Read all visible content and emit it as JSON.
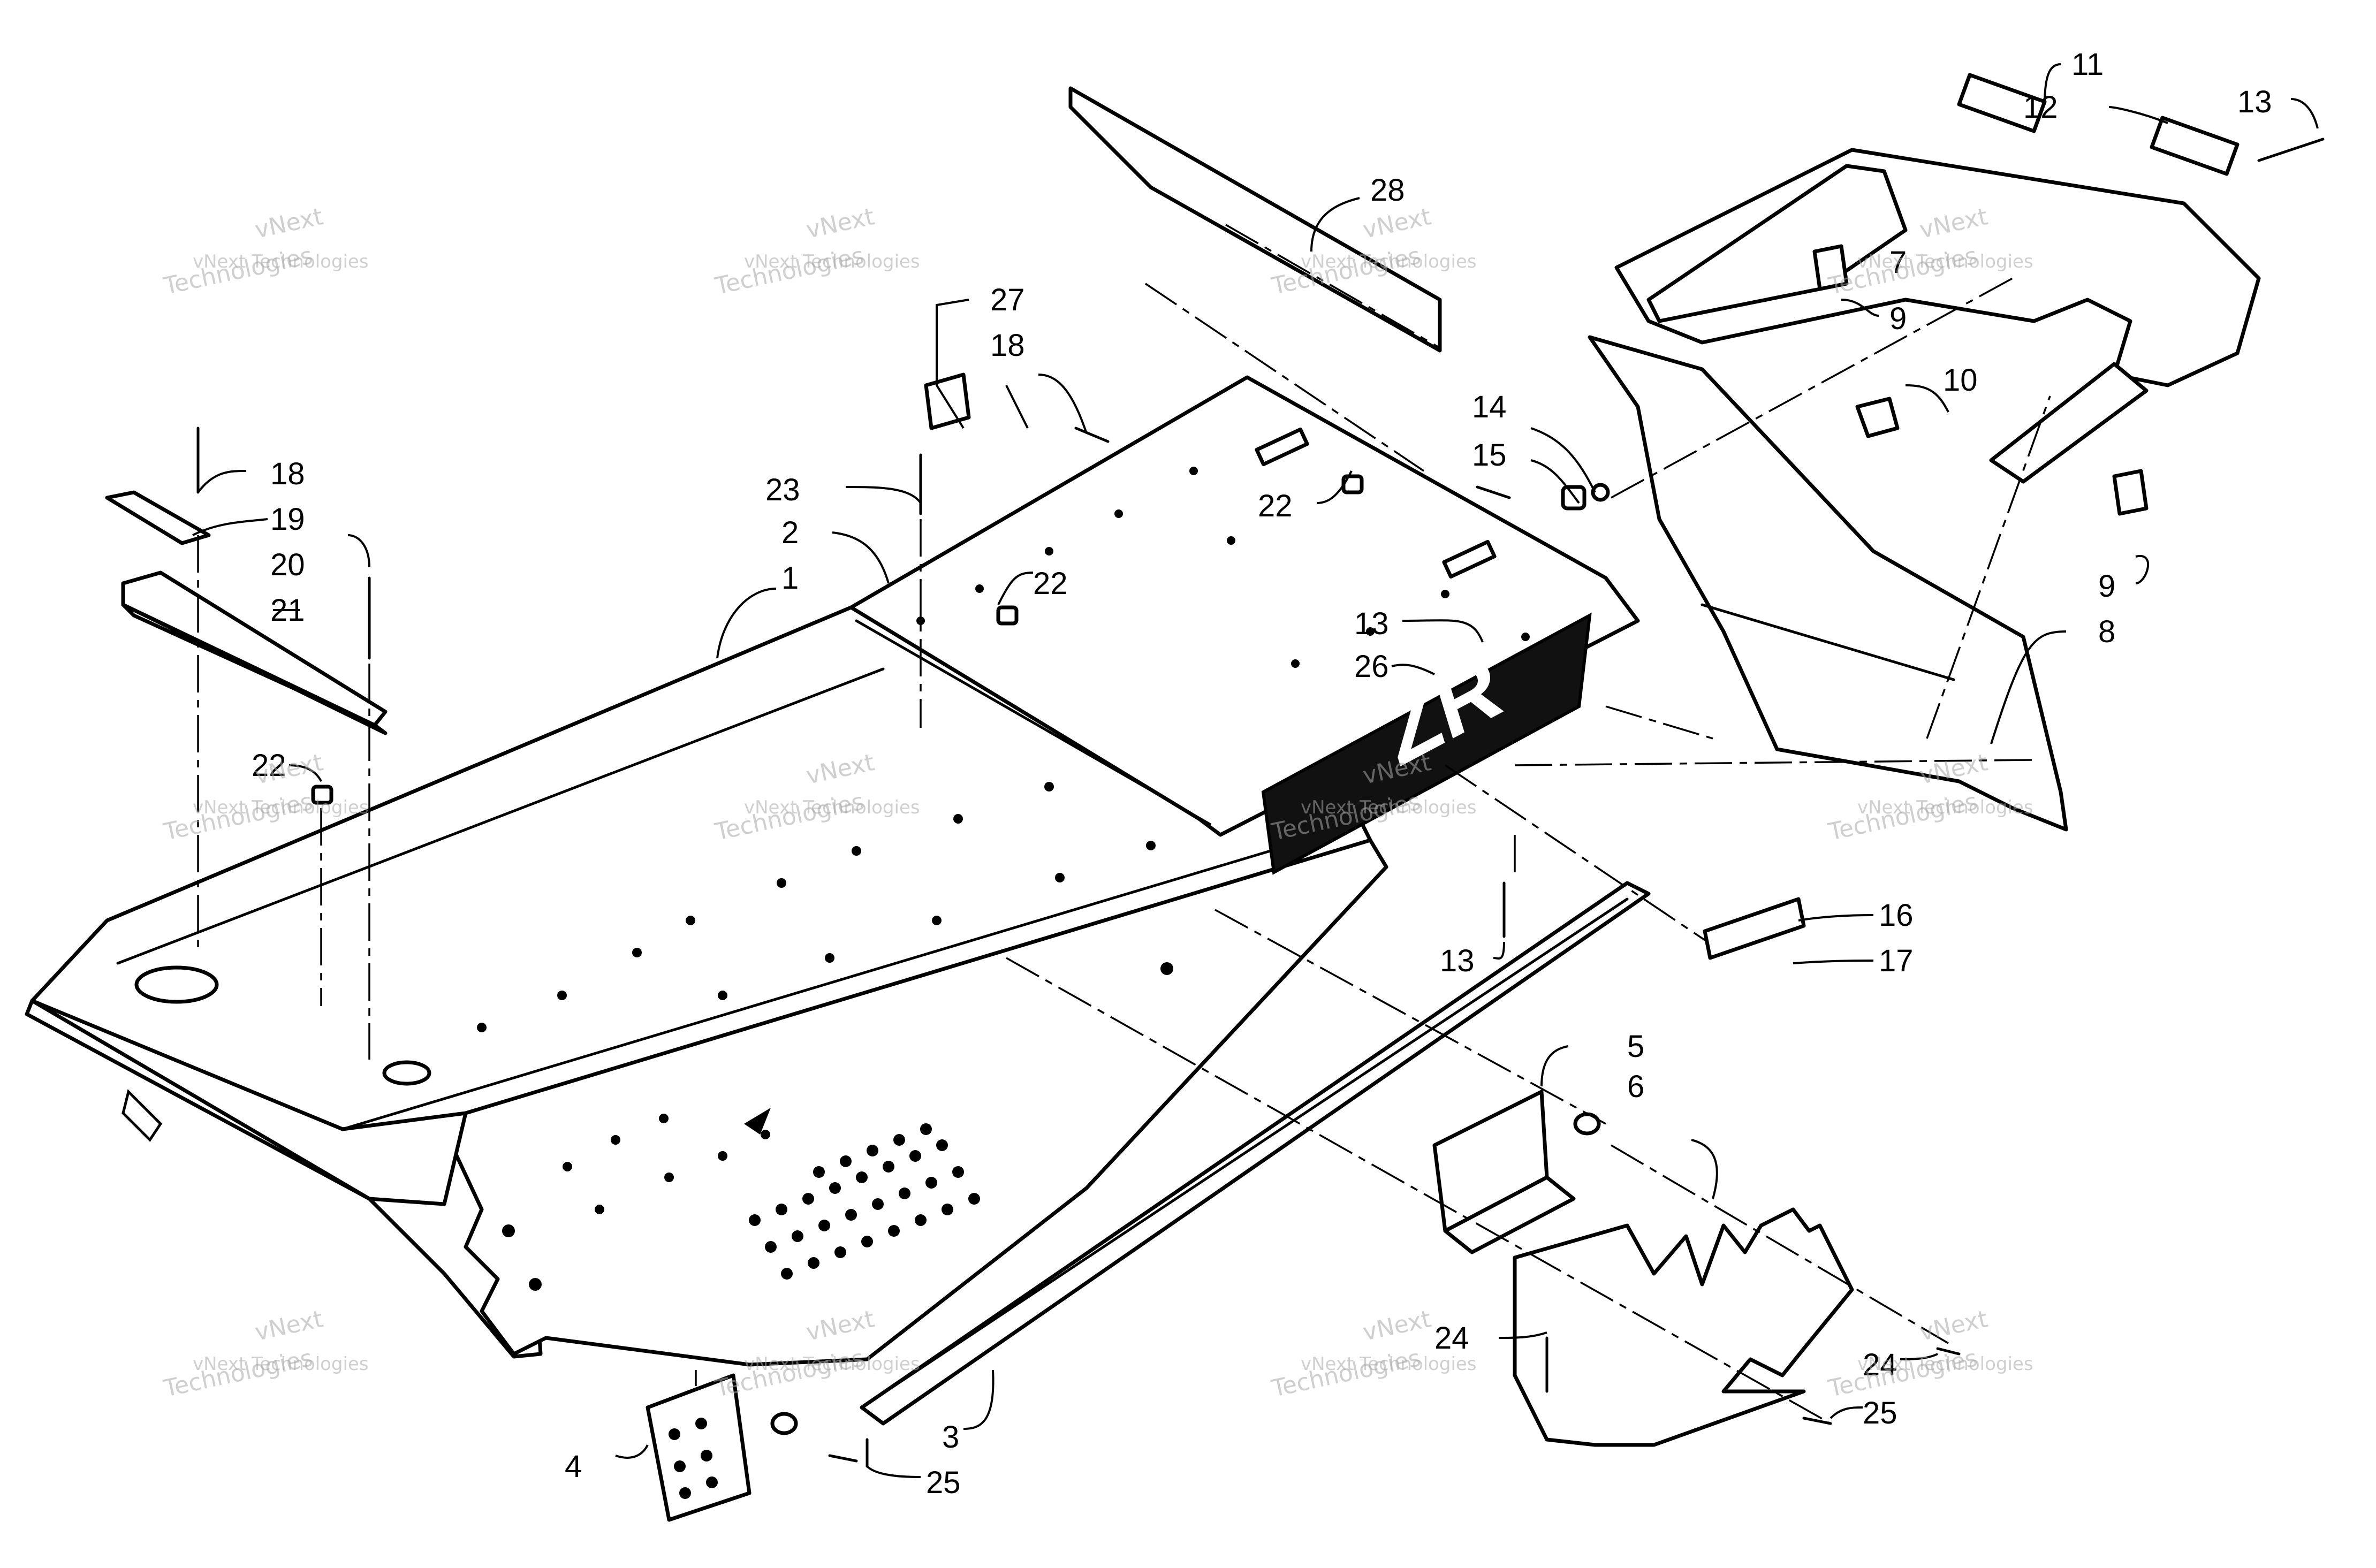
{
  "diagram": {
    "callouts": [
      {
        "id": "c1",
        "text": "1"
      },
      {
        "id": "c2",
        "text": "2"
      },
      {
        "id": "c3",
        "text": "3"
      },
      {
        "id": "c4",
        "text": "4"
      },
      {
        "id": "c5",
        "text": "5"
      },
      {
        "id": "c6",
        "text": "6"
      },
      {
        "id": "c7",
        "text": "7"
      },
      {
        "id": "c8",
        "text": "8"
      },
      {
        "id": "c9a",
        "text": "9"
      },
      {
        "id": "c9b",
        "text": "9"
      },
      {
        "id": "c10",
        "text": "10"
      },
      {
        "id": "c11",
        "text": "11"
      },
      {
        "id": "c12",
        "text": "12"
      },
      {
        "id": "c13a",
        "text": "13"
      },
      {
        "id": "c13b",
        "text": "13"
      },
      {
        "id": "c13c",
        "text": "13"
      },
      {
        "id": "c14",
        "text": "14"
      },
      {
        "id": "c15",
        "text": "15"
      },
      {
        "id": "c16",
        "text": "16"
      },
      {
        "id": "c17",
        "text": "17"
      },
      {
        "id": "c18a",
        "text": "18"
      },
      {
        "id": "c18b",
        "text": "18"
      },
      {
        "id": "c19",
        "text": "19"
      },
      {
        "id": "c20",
        "text": "20"
      },
      {
        "id": "c21",
        "text": "21"
      },
      {
        "id": "c22a",
        "text": "22"
      },
      {
        "id": "c22b",
        "text": "22"
      },
      {
        "id": "c22c",
        "text": "22"
      },
      {
        "id": "c23",
        "text": "23"
      },
      {
        "id": "c24a",
        "text": "24"
      },
      {
        "id": "c24b",
        "text": "24"
      },
      {
        "id": "c25a",
        "text": "25"
      },
      {
        "id": "c25b",
        "text": "25"
      },
      {
        "id": "c26",
        "text": "26"
      },
      {
        "id": "c27",
        "text": "27"
      },
      {
        "id": "c28",
        "text": "28"
      }
    ],
    "decal_text": "ZR",
    "watermark": {
      "line1": "vNext",
      "line2": "Technologies",
      "line3": "vNext Technologies"
    }
  }
}
